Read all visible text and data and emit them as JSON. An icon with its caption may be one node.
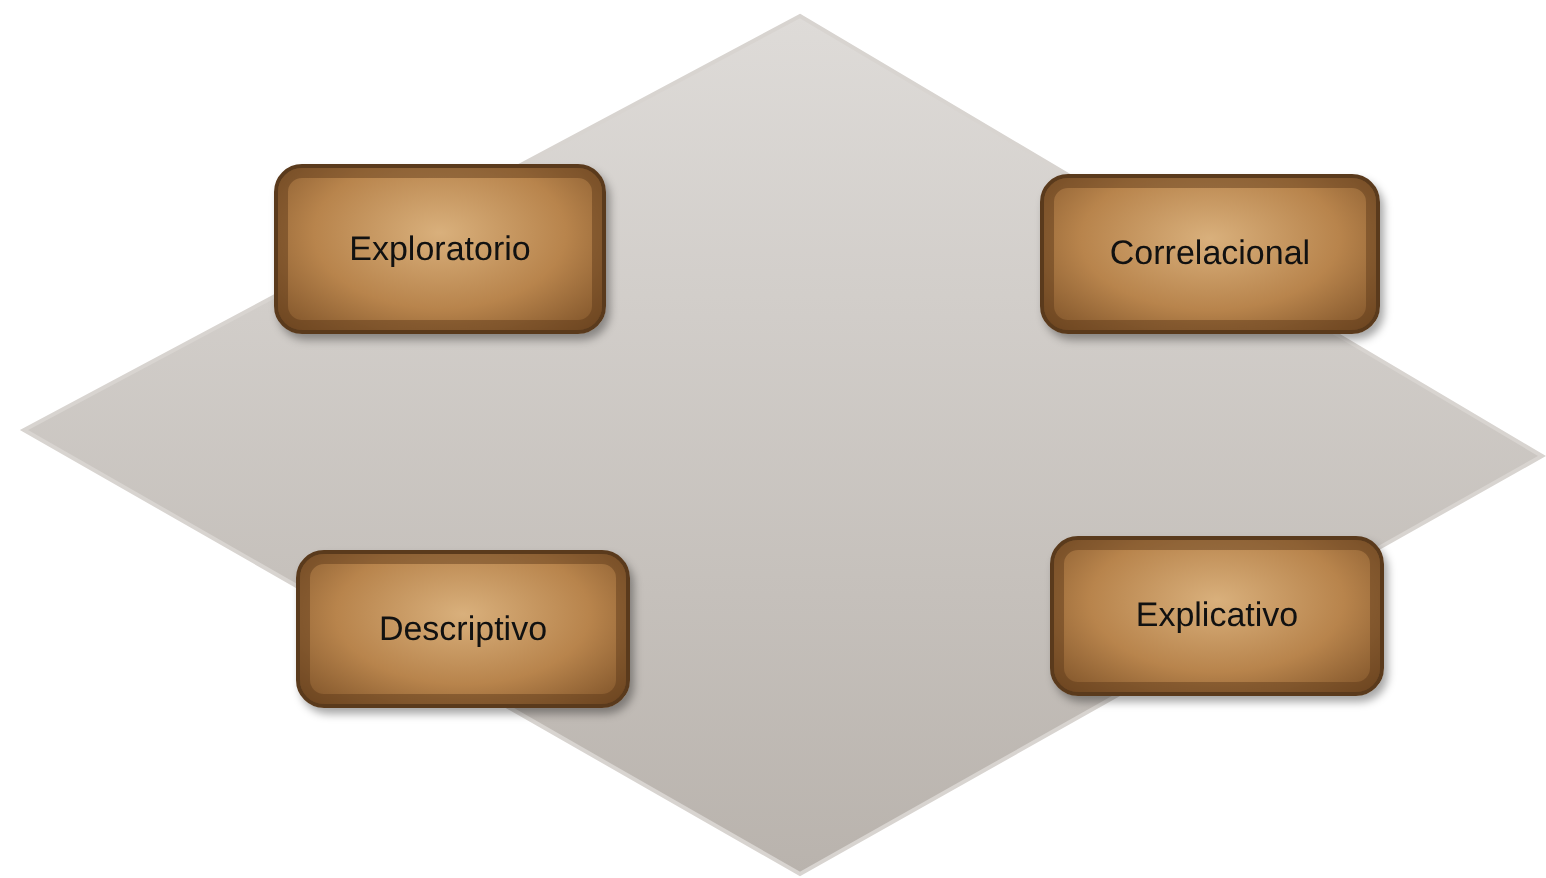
{
  "diagram": {
    "nodes": [
      {
        "text": [
          "Exploratorio"
        ]
      },
      {
        "text": [
          "Correlacional"
        ]
      },
      {
        "text": [
          "Descriptivo"
        ]
      },
      {
        "text": [
          "Explicativo"
        ]
      }
    ]
  }
}
